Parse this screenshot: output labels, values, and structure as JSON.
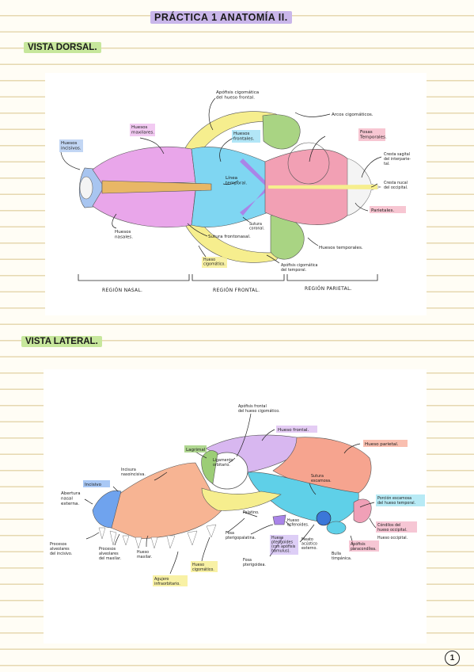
{
  "document": {
    "title": "PRÁCTICA 1 ANATOMÍA II.",
    "page_number": "1"
  },
  "dorsal": {
    "heading": "VISTA DORSAL.",
    "labels": {
      "apofisis_cig_frontal": [
        "Apófisis cigomática",
        "del hueso frontal."
      ],
      "arcos_cig": [
        "Arcos cigomáticos."
      ],
      "huesos_maxilares": [
        "Huesos",
        "maxilares."
      ],
      "huesos_incisivos": [
        "Huesos",
        "incisivos."
      ],
      "huesos_frontales": [
        "Huesos",
        "frontales."
      ],
      "fosas_temporales": [
        "Fosas",
        "Temporales."
      ],
      "cresta_sagital": [
        "Cresta sagital",
        "del interparie-",
        "tal."
      ],
      "cresta_nucal": [
        "Cresta nucal",
        "del occipital."
      ],
      "linea_temporal": [
        "Línea",
        "temporal."
      ],
      "huesos_nasales": [
        "Huesos",
        "nasales."
      ],
      "sutura_coronal": [
        "Sutura",
        "coronal."
      ],
      "parietales": [
        "Parietales."
      ],
      "sutura_frontonasal": [
        "Sutura frontonasal."
      ],
      "huesos_temporales": [
        "Huesos temporales."
      ],
      "hueso_cigomatico": [
        "Hueso",
        "cigomático."
      ],
      "apofisis_cig_temporal": [
        "Apófisis cigomática",
        "del temporal."
      ]
    },
    "regions": [
      "REGIÓN NASAL.",
      "REGIÓN FRONTAL.",
      "REGIÓN PARIETAL."
    ]
  },
  "lateral": {
    "heading": "VISTA LATERAL.",
    "labels": {
      "apofisis_frontal_cig": [
        "Apófisis frontal",
        "del hueso cigomático."
      ],
      "hueso_frontal": [
        "Hueso frontal."
      ],
      "hueso_parietal": [
        "Hueso parietal."
      ],
      "lagrimal": [
        "Lagrimal"
      ],
      "ligamento_orbitario": [
        "Ligamento",
        "orbitario."
      ],
      "incisura_nasoincisiva": [
        "Incisura",
        "nasoincisiva."
      ],
      "incisivo": [
        "Incisivo"
      ],
      "sutura_escamosa": [
        "Sutura",
        "escamosa."
      ],
      "porcion_escamosa": [
        "Porción escamosa",
        "del hueso temporal."
      ],
      "abertura_nasal": [
        "Abertura",
        "nasal",
        "externa."
      ],
      "palatino": [
        "Palatino."
      ],
      "hueso_esfenoides": [
        "Hueso",
        "esfenoides."
      ],
      "condilos_occipital": [
        "Cóndilos del",
        "hueso occipital."
      ],
      "hueso_occipital": [
        "Hueso occipital."
      ],
      "hueso_pterigoides": [
        "Hueso",
        "pterigoides",
        "(con apófisis",
        "hamulus)."
      ],
      "meato_acustico": [
        "Meato",
        "acústico",
        "externo."
      ],
      "fosa_pterigopalatina": [
        "Fosa",
        "pterigopalatina."
      ],
      "apofisis_paracondilea": [
        "Apófisis",
        "paracondílea."
      ],
      "procesos_alveolares_incisivo": [
        "Procesos",
        "alveolares",
        "del incisivo."
      ],
      "procesos_alveolares_maxilar": [
        "Procesos",
        "alveolares",
        "del maxilar."
      ],
      "hueso_maxilar": [
        "Hueso",
        "maxilar."
      ],
      "hueso_cigomatico": [
        "Hueso",
        "cigomático."
      ],
      "bulla_timpanica": [
        "Bulla",
        "timpánica."
      ],
      "fosa_pterigoidea": [
        "Fosa",
        "pterigoidea."
      ],
      "agujero_infraorbitario": [
        "Agujero",
        "infraorbitario."
      ]
    }
  },
  "colors": {
    "incisive": "#a8c5f0",
    "maxilla": "#e9a6ea",
    "nasal": "#e8b766",
    "frontal": "#7fd6f2",
    "parietal": "#f2a0b4",
    "temporal": "#a9d483",
    "zygomatic": "#f6ee8e",
    "lateral_maxilla": "#f7b493",
    "lateral_frontal": "#d8b7f0",
    "lateral_parietal": "#f6a48f",
    "lateral_temporal": "#5fd0e8",
    "lacrimal": "#9ccd76",
    "incisivo_lateral": "#6fa3ee",
    "sphenoid": "#a984e8",
    "condyles": "#f0a0b7",
    "highlight_green": "#c7e79c",
    "highlight_purple": "#c9b6ea"
  }
}
